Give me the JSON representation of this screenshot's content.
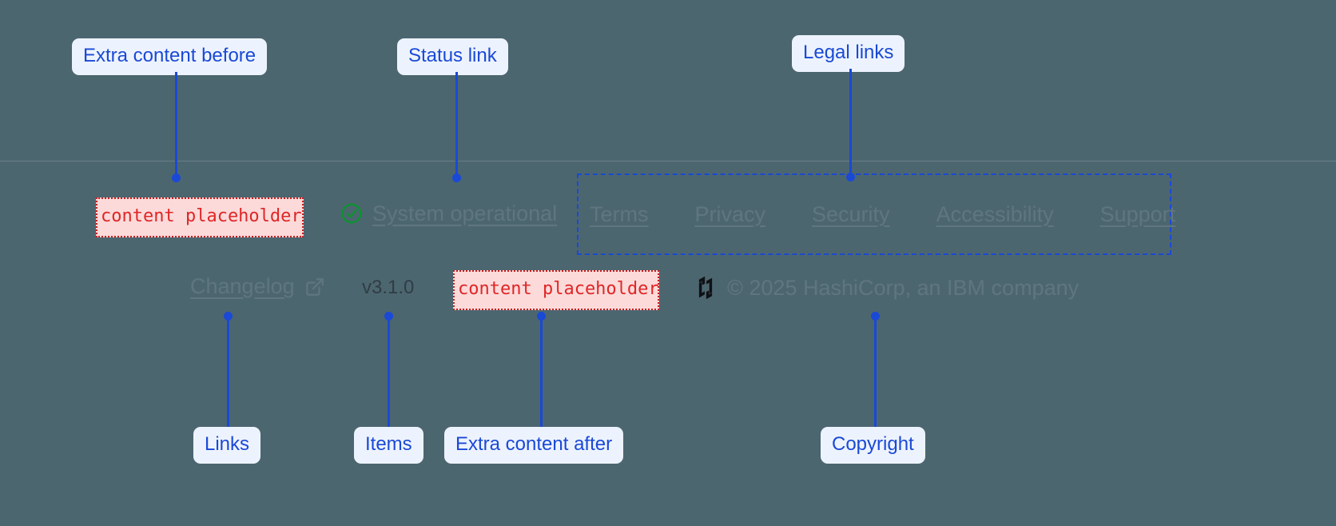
{
  "annotations": {
    "extra_before": "Extra content before",
    "status_link": "Status link",
    "legal_links": "Legal links",
    "links": "Links",
    "items": "Items",
    "extra_after": "Extra content after",
    "copyright": "Copyright"
  },
  "placeholders": {
    "before": "content placeholder",
    "after": "content placeholder"
  },
  "status": {
    "icon": "check-circle-icon",
    "label": "System operational"
  },
  "legal": {
    "items": [
      {
        "label": "Terms"
      },
      {
        "label": "Privacy"
      },
      {
        "label": "Security"
      },
      {
        "label": "Accessibility"
      },
      {
        "label": "Support"
      }
    ]
  },
  "meta": {
    "changelog_label": "Changelog",
    "changelog_icon": "external-link-icon",
    "version": "v3.1.0",
    "logo_icon": "hashicorp-logo-icon",
    "copyright": "© 2025 HashiCorp, an IBM company"
  },
  "colors": {
    "background": "#4c6670",
    "annotation": "#1a49d6",
    "annotation_bg": "#edf3fe",
    "placeholder_text": "#e02626",
    "placeholder_bg": "#fcdada",
    "muted": "#5f7680",
    "status_ok": "#0f9031"
  }
}
